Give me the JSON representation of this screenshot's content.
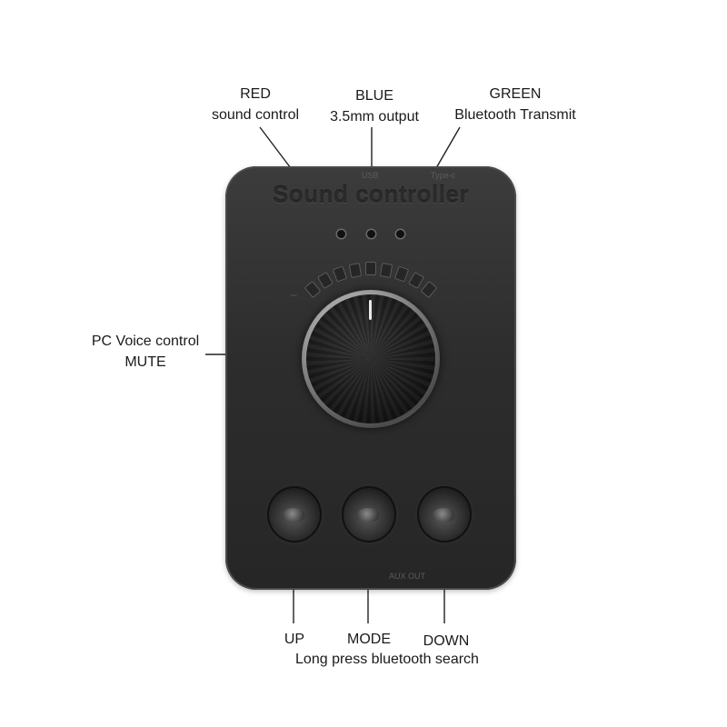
{
  "callouts": {
    "red": {
      "line1": "RED",
      "line2": "sound control"
    },
    "blue": {
      "line1": "BLUE",
      "line2": "3.5mm output"
    },
    "green": {
      "line1": "GREEN",
      "line2": "Bluetooth Transmit"
    },
    "knob": {
      "line1": "PC Voice control",
      "line2": "MUTE"
    },
    "up": "UP",
    "mode": "MODE",
    "down": "DOWN",
    "mode_sub": "Long press bluetooth search"
  },
  "device": {
    "title": "Sound controller",
    "ports": {
      "usb": "USB",
      "typec": "Type-c",
      "aux": "AUX OUT"
    },
    "meter_segments": 9,
    "minus_mark": "–"
  },
  "colors": {
    "body": "#2d2d2d",
    "text": "#1a1a1a",
    "line": "#222222"
  }
}
